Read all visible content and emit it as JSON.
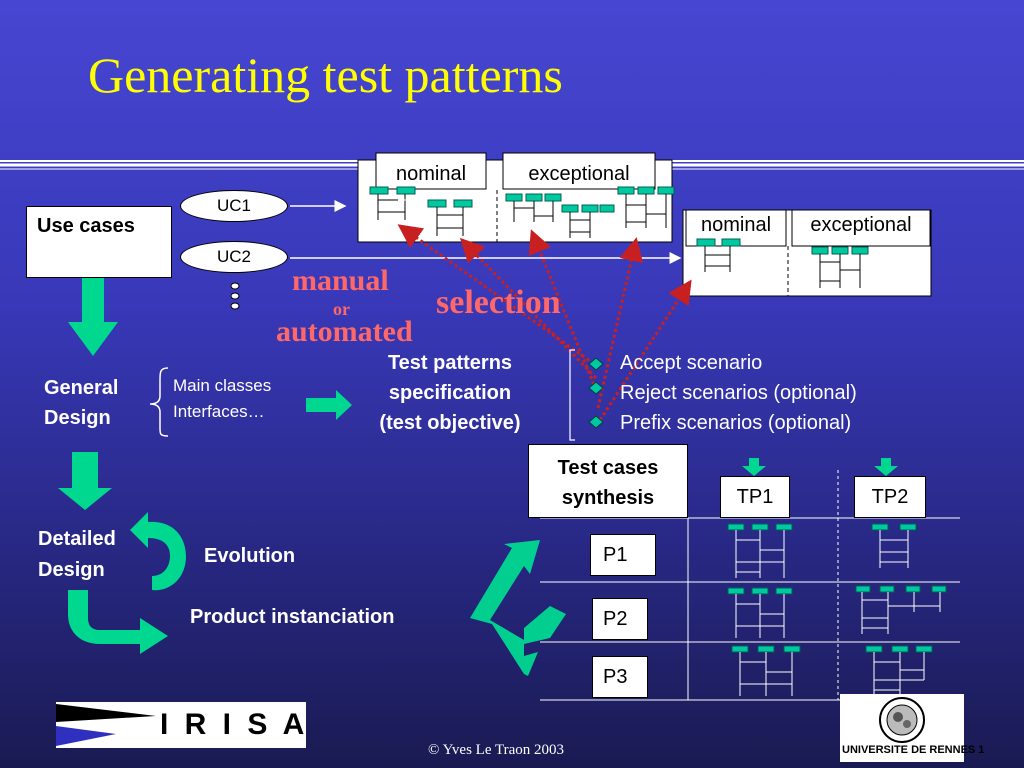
{
  "slide": {
    "title": "Generating test patterns",
    "footer": "© Yves Le Traon 2003"
  },
  "top_diagram": {
    "use_cases_label": "Use cases",
    "uc1": "UC1",
    "uc2": "UC2",
    "seq1": {
      "nominal": "nominal",
      "exceptional": "exceptional"
    },
    "seq2": {
      "nominal": "nominal",
      "exceptional": "exceptional"
    },
    "manual": "manual",
    "or": "or",
    "automated": "automated",
    "selection": "selection"
  },
  "design_flow": {
    "general_design": [
      "General",
      "Design"
    ],
    "general_items": [
      "Main classes",
      "Interfaces…"
    ],
    "detailed_design": [
      "Detailed",
      "Design"
    ],
    "evolution": "Evolution",
    "product_instanciation": "Product instanciation"
  },
  "test_patterns": {
    "spec_title": [
      "Test patterns",
      "specification",
      "(test objective)"
    ],
    "scenarios": [
      "Accept scenario",
      "Reject scenarios (optional)",
      "Prefix scenarios (optional)"
    ]
  },
  "synthesis": {
    "title": [
      "Test cases",
      "synthesis"
    ],
    "columns": [
      "TP1",
      "TP2"
    ],
    "rows": [
      "P1",
      "P2",
      "P3"
    ]
  },
  "logos": {
    "irisa": "I R I S A",
    "rennes": "UNIVERSITE DE RENNES 1"
  },
  "colors": {
    "title": "#ffff00",
    "accent_red": "#ff6868",
    "arrow_green": "#00d890",
    "bar_green": "#00c8a0",
    "dotted_red": "#c82020"
  }
}
